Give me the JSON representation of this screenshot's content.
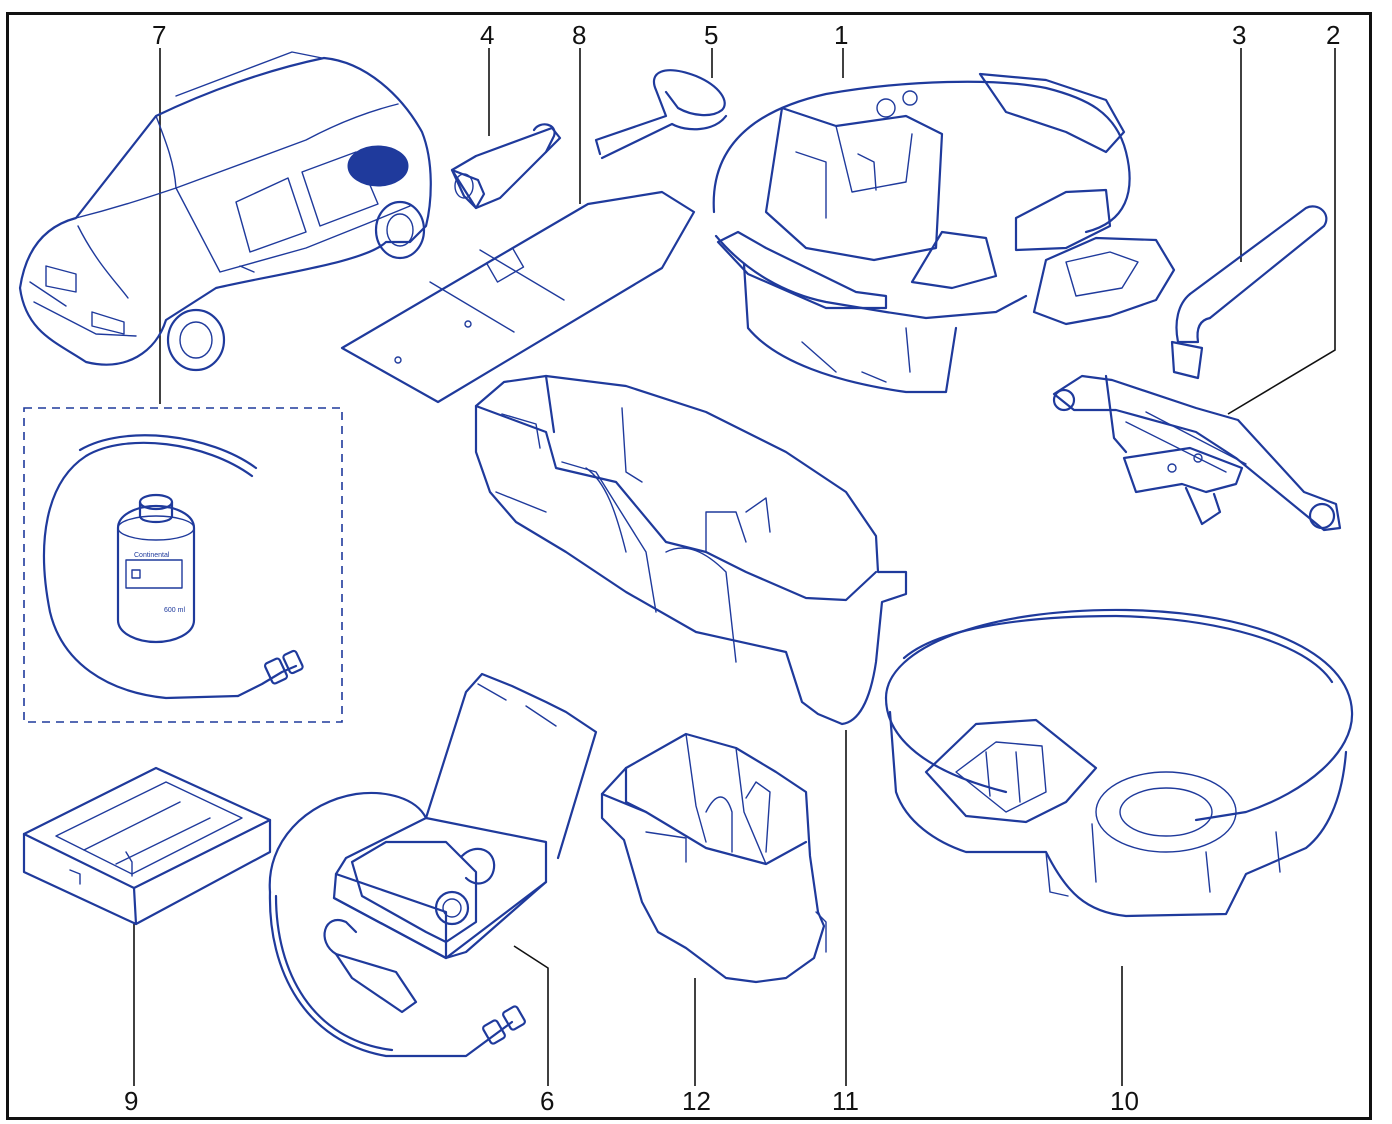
{
  "figure": {
    "callouts": [
      {
        "id": "1",
        "text": "1"
      },
      {
        "id": "2",
        "text": "2"
      },
      {
        "id": "3",
        "text": "3"
      },
      {
        "id": "4",
        "text": "4"
      },
      {
        "id": "5",
        "text": "5"
      },
      {
        "id": "6",
        "text": "6"
      },
      {
        "id": "7",
        "text": "7"
      },
      {
        "id": "8",
        "text": "8"
      },
      {
        "id": "9",
        "text": "9"
      },
      {
        "id": "10",
        "text": "10"
      },
      {
        "id": "11",
        "text": "11"
      },
      {
        "id": "12",
        "text": "12"
      }
    ],
    "bottle_label": {
      "brand": "Continental",
      "volume": "600 ml"
    }
  },
  "colors": {
    "line": "#1f3a9c",
    "border": "#111111",
    "background": "#ffffff"
  }
}
